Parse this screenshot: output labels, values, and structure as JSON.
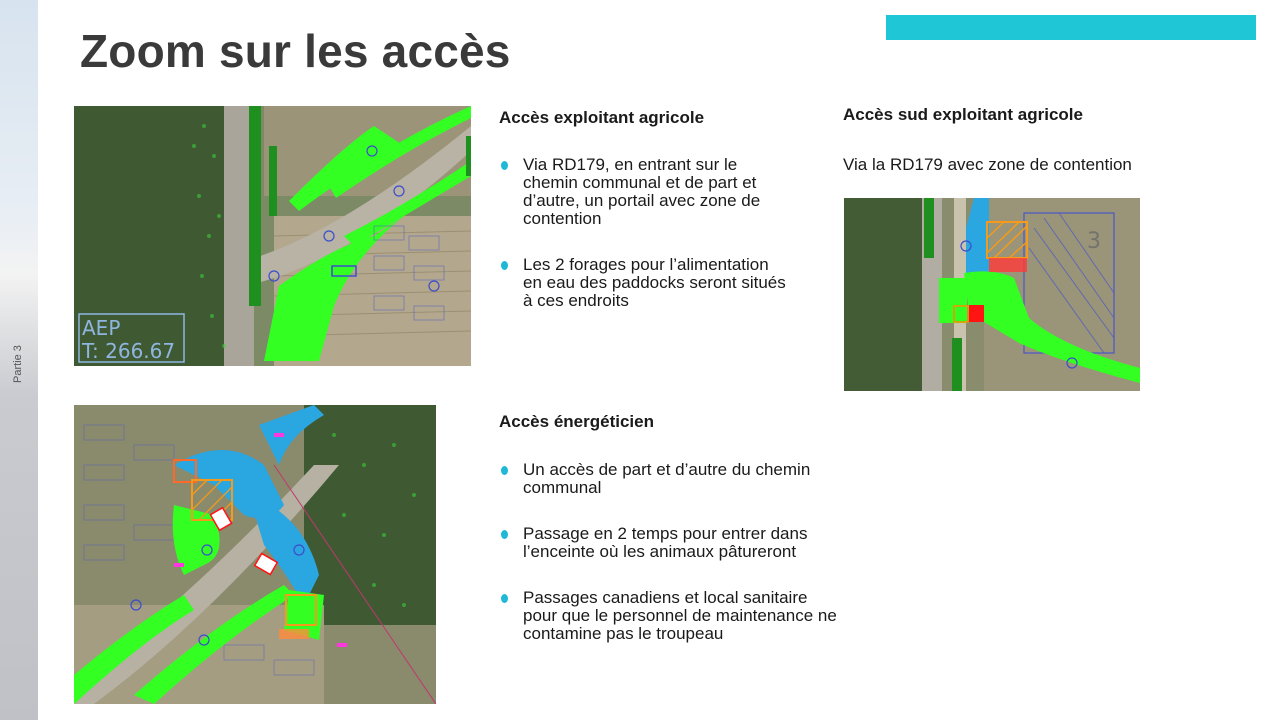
{
  "sidebar": {
    "label": "Partie 3"
  },
  "title": "Zoom sur les accès",
  "colors": {
    "accent": "#1fc6d6",
    "bullet": "#1fb8d6"
  },
  "map1": {
    "label_line1": "AEP",
    "label_line2": "T: 266.67"
  },
  "map_south": {
    "label": "3"
  },
  "section_farmer": {
    "heading": "Accès exploitant agricole",
    "bullets": [
      "Via RD179, en entrant sur le chemin communal et de part et d’autre, un portail avec zone de contention",
      "Les 2 forages pour l’alimentation en eau des paddocks seront situés à ces endroits"
    ]
  },
  "section_south": {
    "heading": "Accès sud exploitant agricole",
    "text": "Via la RD179 avec zone de contention"
  },
  "section_energy": {
    "heading": "Accès énergéticien",
    "bullets": [
      "Un accès de part et d’autre du chemin communal",
      "Passage en 2 temps pour entrer dans l’enceinte où les animaux pâtureront",
      "Passages canadiens et local sanitaire pour que le personnel de maintenance ne contamine pas le troupeau"
    ]
  }
}
